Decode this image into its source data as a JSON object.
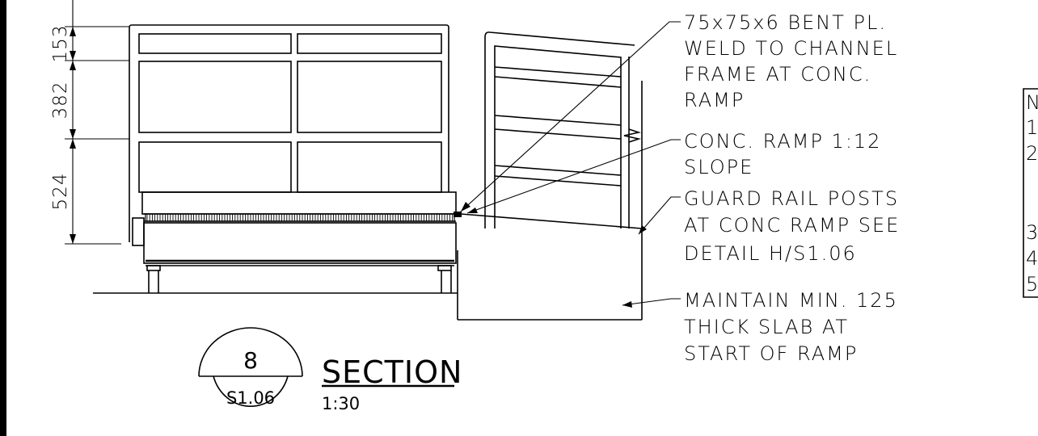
{
  "dimensions": [
    "153",
    "382",
    "524"
  ],
  "callouts": [
    [
      "75x75x6 BENT PL.",
      "WELD TO CHANNEL",
      "FRAME AT CONC.",
      "RAMP"
    ],
    [
      "CONC. RAMP 1:12",
      "SLOPE"
    ],
    [
      "GUARD RAIL POSTS",
      "AT CONC RAMP SEE",
      "DETAIL H/S1.06"
    ],
    [
      "MAINTAIN MIN. 125",
      "THICK SLAB AT",
      "START OF RAMP"
    ]
  ],
  "section_marker": {
    "number": "8",
    "sheet": "S1.06",
    "title": "SECTION",
    "scale": "1:30"
  },
  "notes_box": {
    "items": [
      "N",
      "1",
      "2",
      "3",
      "4",
      "5"
    ]
  }
}
